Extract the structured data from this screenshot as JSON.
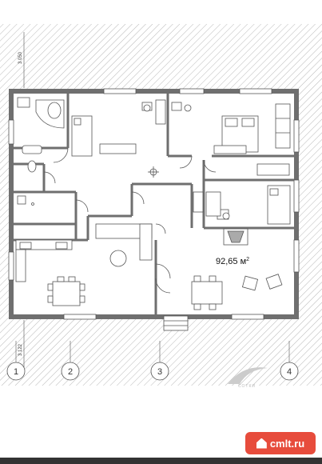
{
  "plan": {
    "area_label": "92,65 м",
    "area_sup": "2",
    "dimensions": {
      "top": "3 050",
      "bottom": "3 122"
    },
    "axes": [
      "1",
      "2",
      "3",
      "4"
    ],
    "watermark": "СОТКИ",
    "colors": {
      "hatch": "#9a9a9a",
      "wall": "#6f6f6f",
      "line": "#555555",
      "accent": "#e74c3c"
    }
  },
  "badge": {
    "text": "cmlt.ru"
  }
}
